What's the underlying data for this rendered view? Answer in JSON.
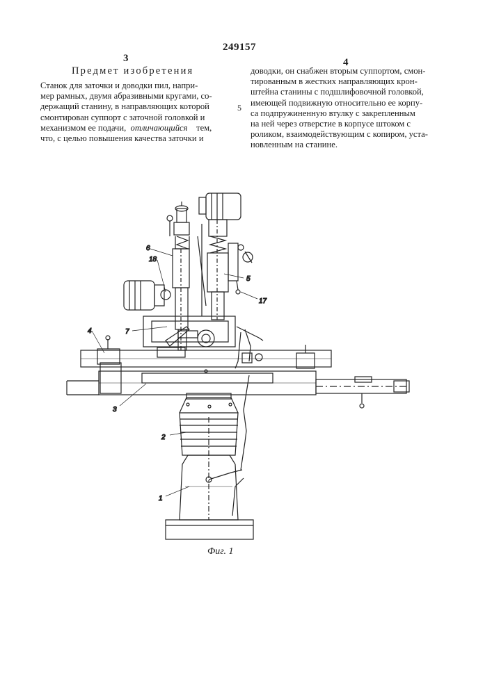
{
  "header": {
    "patent_number": "249157",
    "left_column_number": "3",
    "right_column_number": "4",
    "title": "Предмет изобретения"
  },
  "left_column": {
    "lines": [
      "Станок для заточки и доводки пил, напри-",
      "мер рамных, двумя абразивными кругами, со-",
      "держащий станину, в направляющих которой",
      "смонтирован суппорт с заточной головкой и",
      "механизмом ее подачи,",
      "что, с целью повышения качества заточки и"
    ],
    "line5_italic": "отличающийся",
    "line5_end": "тем,"
  },
  "right_column": {
    "lines": [
      "доводки, он снабжен вторым суппортом, смон-",
      "тированным в жестких направляющих крон-",
      "штейна станины с подшлифовочной головкой,",
      "имеющей подвижную относительно ее корпу-",
      "са подпружиненную втулку с закрепленным",
      "на ней через отверстие в корпусе штоком с",
      "роликом, взаимодействующим с копиром, уста-",
      "новленным на станине."
    ]
  },
  "line_number_marker": "5",
  "figure": {
    "caption": "Фиг. 1",
    "callouts": {
      "c1": "1",
      "c2": "2",
      "c3": "3",
      "c4": "4",
      "c5": "5",
      "c6": "6",
      "c7": "7",
      "c17": "17",
      "c18": "18"
    }
  },
  "colors": {
    "ink": "#1c1c1c",
    "paper": "#ffffff"
  }
}
